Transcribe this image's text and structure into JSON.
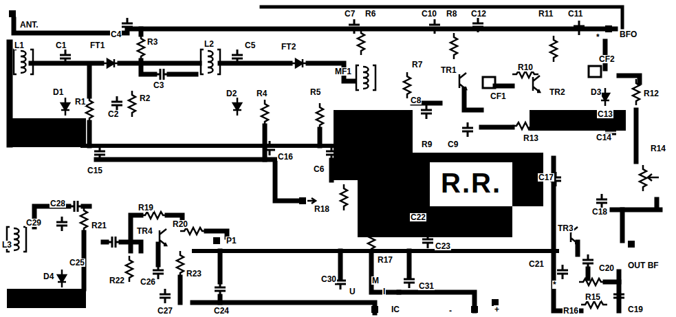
{
  "diagram": {
    "labels": [
      "ANT.",
      "L1",
      "C1",
      "FT1",
      "C4",
      "R3",
      "C3",
      "L2",
      "C5",
      "FT2",
      "MF1",
      "C7",
      "R6",
      "R7",
      "C10",
      "R8",
      "C12",
      "R11",
      "C11",
      "*",
      "BFO",
      "R10",
      "TR1",
      "TR2",
      "CF2",
      "CF1",
      "D3",
      "R12",
      "C13",
      "C14",
      "D1",
      "R1",
      "R2",
      "C2",
      "D2",
      "R4",
      "R5",
      "C6",
      "C16",
      "C8",
      "R9",
      "C9",
      "R13",
      "C15",
      "R.R.",
      "R18",
      "C17",
      "R14",
      "C18",
      "C28",
      "R19",
      "L3",
      "C29",
      "R21",
      "TR4",
      "R20",
      "P1",
      "C22",
      "R17",
      "C23",
      "TR3",
      "OUT BF",
      "C21",
      "*",
      "C20",
      "C25",
      "R22",
      "C26",
      "R23",
      "D4",
      "R15",
      "C27",
      "C24",
      "C30",
      "U",
      "M",
      "I",
      "C31",
      "R16",
      "C19",
      "IC",
      "-",
      "+"
    ]
  }
}
